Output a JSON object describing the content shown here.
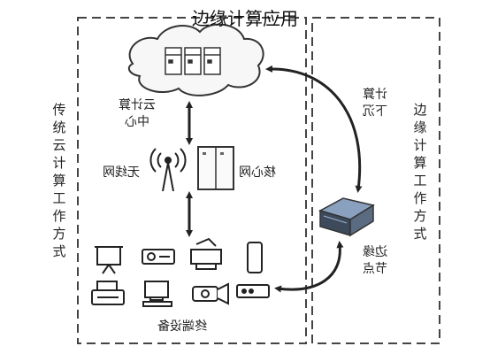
{
  "title": "边缘计算应用",
  "labels": {
    "traditional": "传统云计算工作方式",
    "edge_mode": "边缘计算工作方式",
    "cloud_center": "云计算中心",
    "wireless": "无线网",
    "core_net": "核心网",
    "sink": "计算下沉",
    "edge_node": "边缘节点",
    "terminals": "终端设备"
  },
  "icons": [
    "cloud-icon",
    "server-rack-icon",
    "wireless-tower-icon",
    "core-network-icon",
    "edge-server-icon",
    "projector-screen-icon",
    "projector-icon",
    "printer-icon",
    "phone-icon",
    "fax-icon",
    "desktop-computer-icon",
    "camera-icon",
    "router-icon"
  ],
  "colors": {
    "line": "#333333",
    "dash": "#444444"
  }
}
